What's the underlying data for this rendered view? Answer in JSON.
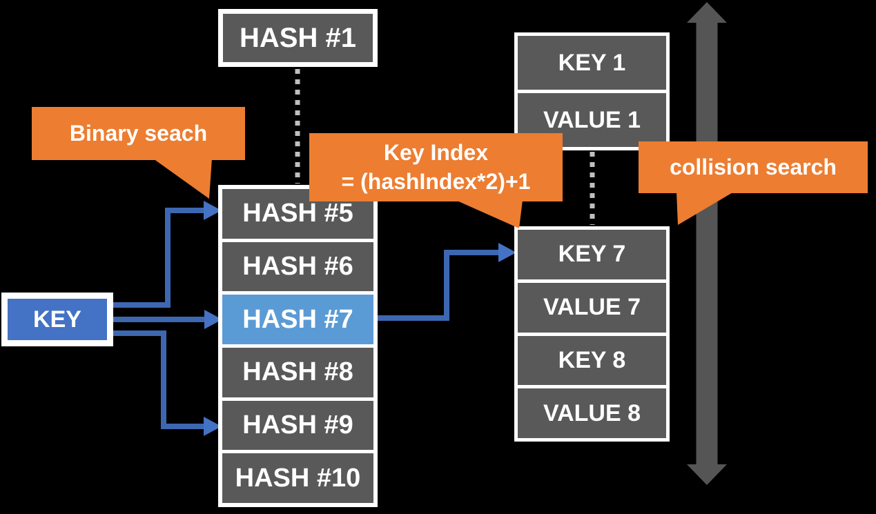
{
  "diagram_title": "hash table binary search / collision search diagram",
  "colors": {
    "background": "#000000",
    "cell_gray": "#595959",
    "frame_white": "#ffffff",
    "highlight_blue": "#5B9BD5",
    "key_blue": "#4472C4",
    "arrow_blue_line": "#3D67B1",
    "arrow_blue_head": "#4472C4",
    "callout_orange": "#ED7D31",
    "dotted_gray": "#BFBFBF",
    "big_arrow_gray": "#555555"
  },
  "hash_top": {
    "label": "HASH #1"
  },
  "hash_column": {
    "cells": [
      {
        "label": "HASH #5",
        "highlight": false
      },
      {
        "label": "HASH #6",
        "highlight": false
      },
      {
        "label": "HASH #7",
        "highlight": true
      },
      {
        "label": "HASH #8",
        "highlight": false
      },
      {
        "label": "HASH #9",
        "highlight": false
      },
      {
        "label": "HASH #10",
        "highlight": false
      }
    ]
  },
  "key_box": {
    "label": "KEY"
  },
  "callouts": {
    "binary": {
      "label": "Binary seach"
    },
    "key_index": {
      "line1": "Key Index",
      "line2": "= (hashIndex*2)+1"
    },
    "collision": {
      "label": "collision search"
    }
  },
  "kv_top": {
    "cells": [
      {
        "label": "KEY 1"
      },
      {
        "label": "VALUE 1"
      }
    ]
  },
  "kv_bottom": {
    "cells": [
      {
        "label": "KEY 7"
      },
      {
        "label": "VALUE 7"
      },
      {
        "label": "KEY 8"
      },
      {
        "label": "VALUE 8"
      }
    ]
  },
  "connections": [
    {
      "from": "KEY",
      "to": "HASH #5",
      "style": "blue-arrow"
    },
    {
      "from": "KEY",
      "to": "HASH #7",
      "style": "blue-arrow"
    },
    {
      "from": "KEY",
      "to": "HASH #9",
      "style": "blue-arrow"
    },
    {
      "from": "HASH #7",
      "to": "KEY 7",
      "style": "blue-arrow"
    },
    {
      "from": "HASH #1",
      "to": "HASH #5",
      "style": "dotted"
    },
    {
      "from": "VALUE 1",
      "to": "KEY 7",
      "style": "dotted"
    },
    {
      "name": "collision-scan-range",
      "style": "gray-double-arrow"
    }
  ]
}
